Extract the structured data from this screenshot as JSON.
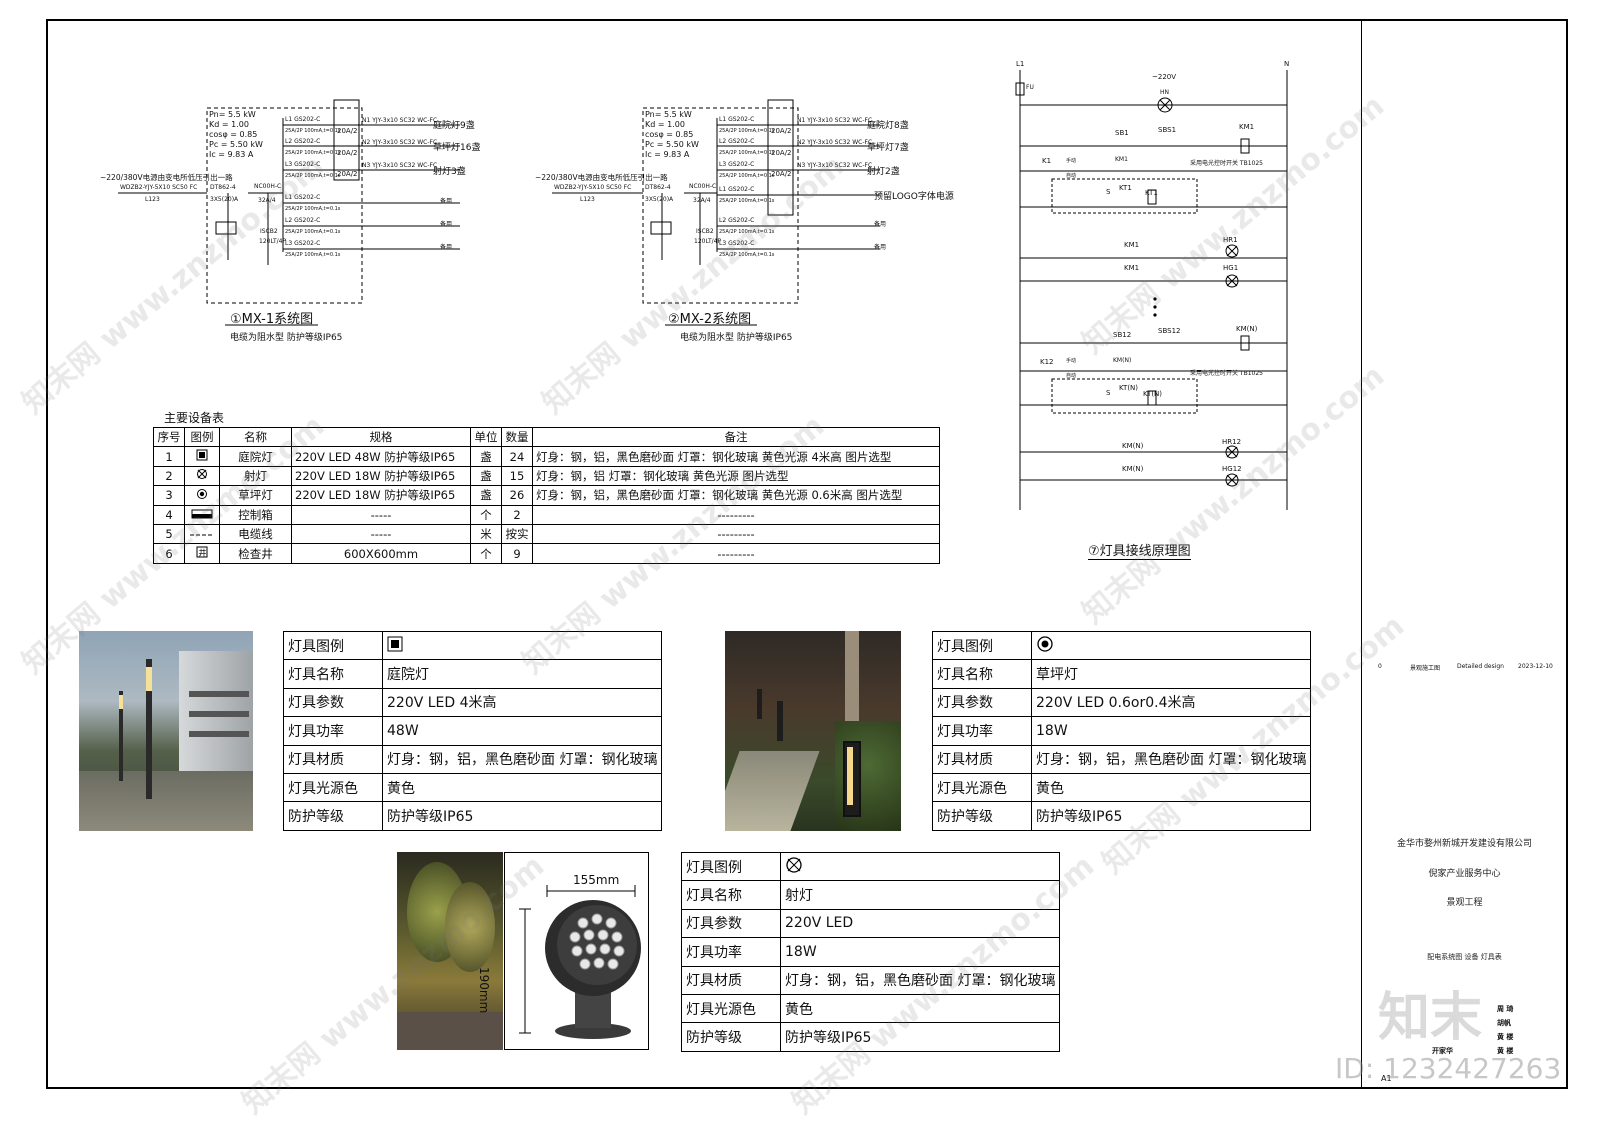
{
  "diagram1": {
    "title": "①MX-1系统图",
    "subtitle": "电缆为阻水型 防护等级IP65",
    "params": [
      "Pn= 5.5 kW",
      "Kd = 1.00",
      "cosφ = 0.85",
      "Pc = 5.50 kW",
      "Ic = 9.83 A"
    ],
    "feed_label": "~220/380V电源由变电所低压引出一路",
    "feed_cable": "WDZB2-YJY-5X10 SC50 FC",
    "feed_id": "L123",
    "meter": "DT862-4",
    "meter_spec": "3X5(20)A",
    "main_breaker": "NC00H-C",
    "main_rating": "32A/4",
    "spd": "ISCB2",
    "spd_rating": "120LT/4P",
    "circuits": [
      {
        "phase": "L1",
        "breaker": "GS202-C",
        "rcd": "25A/2P 100mA,t=0.1s",
        "contactor": "20A/2",
        "cable": "N1 YJY-3x10 SC32 WC-FC",
        "load": "庭院灯9盏"
      },
      {
        "phase": "L2",
        "breaker": "GS202-C",
        "rcd": "25A/2P 100mA,t=0.1s",
        "contactor": "20A/2",
        "cable": "N2 YJY-3x10 SC32 WC-FC",
        "load": "草坪灯16盏"
      },
      {
        "phase": "L3",
        "breaker": "GS202-C",
        "rcd": "25A/2P 100mA,t=0.1s",
        "contactor": "20A/2",
        "cable": "N3 YJY-3x10 SC32 WC-FC",
        "load": "射灯3盏"
      },
      {
        "phase": "L1",
        "breaker": "GS202-C",
        "rcd": "25A/2P 100mA,t=0.1s",
        "contactor": "",
        "cable": "",
        "load": "备用"
      },
      {
        "phase": "L2",
        "breaker": "GS202-C",
        "rcd": "25A/2P 100mA,t=0.1s",
        "contactor": "",
        "cable": "",
        "load": "备用"
      },
      {
        "phase": "L3",
        "breaker": "GS202-C",
        "rcd": "25A/2P 100mA,t=0.1s",
        "contactor": "",
        "cable": "",
        "load": "备用"
      }
    ]
  },
  "diagram2": {
    "title": "②MX-2系统图",
    "subtitle": "电缆为阻水型 防护等级IP65",
    "params": [
      "Pn= 5.5 kW",
      "Kd = 1.00",
      "cosφ = 0.85",
      "Pc = 5.50 kW",
      "Ic = 9.83 A"
    ],
    "feed_label": "~220/380V电源由变电所低压引出一路",
    "feed_cable": "WDZB2-YJY-5X10 SC50 FC",
    "feed_id": "L123",
    "meter": "DT862-4",
    "meter_spec": "3X5(20)A",
    "main_breaker": "NC00H-C",
    "main_rating": "32A/4",
    "spd": "ISCB2",
    "spd_rating": "120LT/4P",
    "circuits": [
      {
        "phase": "L1",
        "breaker": "GS202-C",
        "rcd": "25A/2P 100mA,t=0.1s",
        "contactor": "20A/2",
        "cable": "N1 YJY-3x10 SC32 WC-FC",
        "load": "庭院灯8盏"
      },
      {
        "phase": "L2",
        "breaker": "GS202-C",
        "rcd": "25A/2P 100mA,t=0.1s",
        "contactor": "20A/2",
        "cable": "N2 YJY-3x10 SC32 WC-FC",
        "load": "草坪灯7盏"
      },
      {
        "phase": "L3",
        "breaker": "GS202-C",
        "rcd": "25A/2P 100mA,t=0.1s",
        "contactor": "20A/2",
        "cable": "N3 YJY-3x10 SC32 WC-FC",
        "load": "射灯2盏"
      },
      {
        "phase": "L1",
        "breaker": "GS202-C",
        "rcd": "25A/2P 100mA,t=0.1s",
        "contactor": "",
        "cable": "",
        "load": "预留LOGO字体电源"
      },
      {
        "phase": "L2",
        "breaker": "GS202-C",
        "rcd": "25A/2P 100mA,t=0.1s",
        "contactor": "",
        "cable": "",
        "load": "备用"
      },
      {
        "phase": "L3",
        "breaker": "GS202-C",
        "rcd": "25A/2P 100mA,t=0.1s",
        "contactor": "",
        "cable": "",
        "load": "备用"
      }
    ]
  },
  "wiring": {
    "title": "⑦灯具接线原理图",
    "L1": "L1",
    "N": "N",
    "FU": "FU",
    "voltage": "~220V",
    "HN": "HN",
    "SB1": "SB1",
    "SBS1": "SBS1",
    "KM1": "KM1",
    "K1": "K1",
    "manual": "手动",
    "auto": "自动",
    "KT1": "KT1",
    "S": "S",
    "timer": "采用电光控时开关 TB1025",
    "HR1": "HR1",
    "HG1": "HG1",
    "SB12": "SB12",
    "SBS12": "SBS12",
    "KMN": "KM(N)",
    "K12": "K12",
    "KTN": "KT(N)",
    "HR12": "HR12",
    "HG12": "HG12"
  },
  "equipment_table": {
    "caption": "主要设备表",
    "headers": [
      "序号",
      "图例",
      "名称",
      "规格",
      "单位",
      "数量",
      "备注"
    ],
    "rows": [
      {
        "no": "1",
        "name": "庭院灯",
        "spec": "220V LED 48W  防护等级IP65",
        "unit": "盏",
        "qty": "24",
        "note": "灯身：钢，铝，黑色磨砂面 灯罩：钢化玻璃 黄色光源 4米高 图片选型"
      },
      {
        "no": "2",
        "name": "射灯",
        "spec": "220V LED 18W  防护等级IP65",
        "unit": "盏",
        "qty": "15",
        "note": "灯身：钢，铝 灯罩：钢化玻璃  黄色光源   图片选型"
      },
      {
        "no": "3",
        "name": "草坪灯",
        "spec": "220V LED 18W  防护等级IP65",
        "unit": "盏",
        "qty": "26",
        "note": "灯身：钢，铝，黑色磨砂面 灯罩：钢化玻璃 黄色光源 0.6米高 图片选型"
      },
      {
        "no": "4",
        "name": "控制箱",
        "spec": "-----",
        "unit": "个",
        "qty": "2",
        "note": "---------"
      },
      {
        "no": "5",
        "name": "电缆线",
        "spec": "-----",
        "unit": "米",
        "qty": "按实",
        "note": "---------"
      },
      {
        "no": "6",
        "name": "检查井",
        "spec": "600X600mm",
        "unit": "个",
        "qty": "9",
        "note": "---------"
      }
    ]
  },
  "spec_keys": [
    "灯具图例",
    "灯具名称",
    "灯具参数",
    "灯具功率",
    "灯具材质",
    "灯具光源色",
    "防护等级"
  ],
  "spec_courtyard": {
    "name": "庭院灯",
    "param": "220V LED 4米高",
    "power": "48W",
    "material": "灯身：钢，铝，黑色磨砂面 灯罩：钢化玻璃",
    "color": "黄色",
    "ip": "防护等级IP65"
  },
  "spec_lawn": {
    "name": "草坪灯",
    "param": "220V LED 0.6or0.4米高",
    "power": "18W",
    "material": "灯身：钢，铝，黑色磨砂面 灯罩：钢化玻璃",
    "color": "黄色",
    "ip": "防护等级IP65"
  },
  "spec_spot": {
    "name": "射灯",
    "param": "220V LED",
    "power": "18W",
    "material": "灯身：钢，铝，黑色磨砂面 灯罩：钢化玻璃",
    "color": "黄色",
    "ip": "防护等级IP65"
  },
  "spot_dims": {
    "width": "155mm",
    "height": "190mm"
  },
  "title_block": {
    "rev": "0",
    "stage": "景观施工图",
    "stage_en": "Detailed design",
    "date": "2023-12-10",
    "client": "金华市婺州新城开发建设有限公司",
    "project": "倪家产业服务中心",
    "subject": "景观工程",
    "drawing": "配电系统图 设备 灯具表",
    "sign1": "周 琦",
    "sign2": "胡帆",
    "sign3": "黄 楼",
    "sign4": "黄 楼",
    "sign5": "开家华",
    "size": "A1"
  },
  "watermark": {
    "logo": "知末",
    "id": "ID: 1232427263",
    "text": "知末网 www.znzmo.com"
  }
}
